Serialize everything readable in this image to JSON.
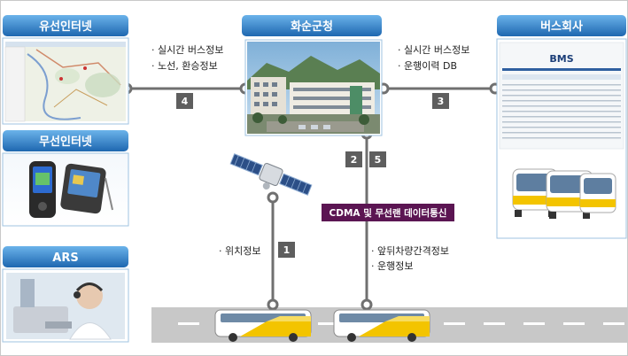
{
  "panels": {
    "wired_internet": "유선인터넷",
    "wireless_internet": "무선인터넷",
    "ars": "ARS",
    "county": "화순군청",
    "bus_company": "버스회사",
    "bms": "BMS"
  },
  "info": {
    "county_to_internet_1": "· 실시간 버스정보",
    "county_to_internet_2": "· 노선, 환승정보",
    "bus_to_county_1": "· 실시간 버스정보",
    "bus_to_county_2": "· 운행이력 DB",
    "gps_1": "· 위치정보",
    "bus_state_1": "· 앞뒤차량간격정보",
    "bus_state_2": "· 운행정보"
  },
  "badges": {
    "b1": "1",
    "b2": "2",
    "b3": "3",
    "b4": "4",
    "b5": "5"
  },
  "comm_label": "CDMA 및 무선랜 데이터통신",
  "colors": {
    "header_blue": "#1f6fb8",
    "header_light": "#5ea6e0",
    "connector": "#6f6f6f",
    "badge": "#5e5e5e",
    "comm_bg": "#5b1552",
    "road": "#c8c8c8",
    "bus_yellow": "#f3c400"
  }
}
